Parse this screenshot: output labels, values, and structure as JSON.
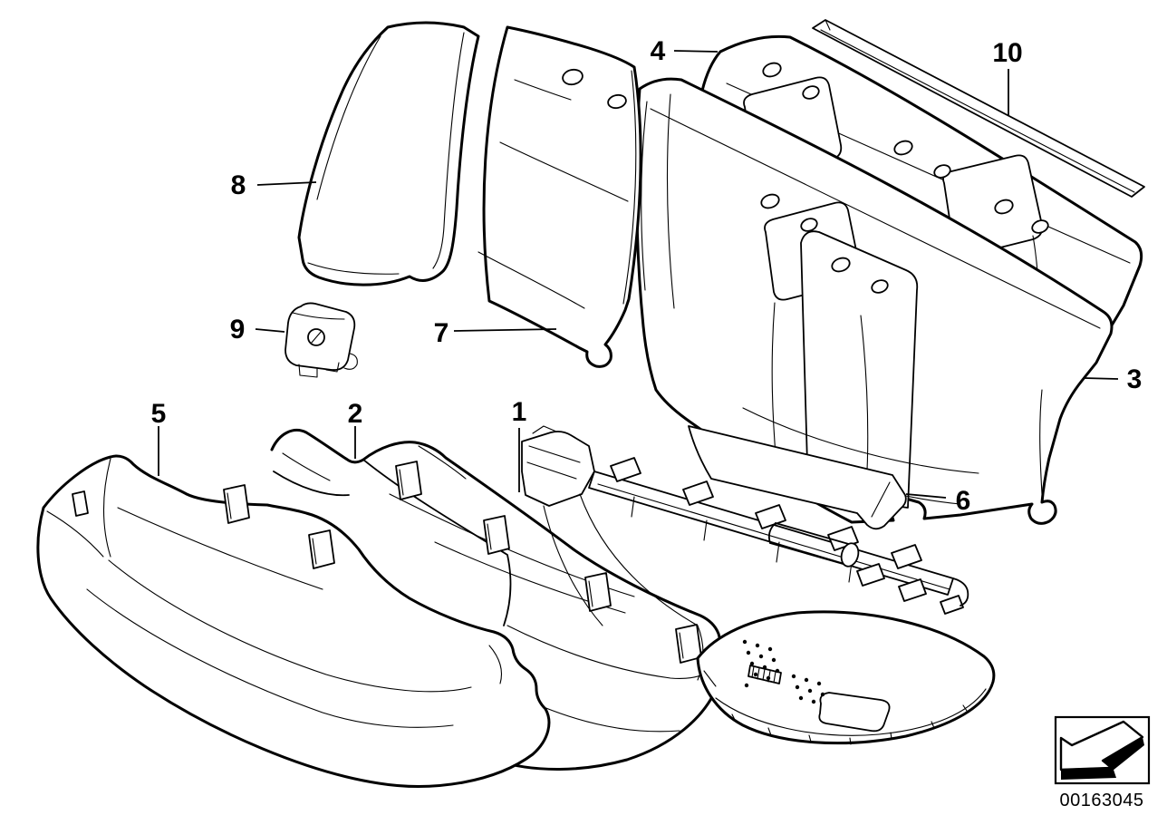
{
  "page": {
    "background": "#ffffff",
    "line_color": "#000000"
  },
  "diagram": {
    "type": "exploded-parts-line-drawing",
    "callouts": [
      {
        "number": "1"
      },
      {
        "number": "2"
      },
      {
        "number": "3"
      },
      {
        "number": "4"
      },
      {
        "number": "5"
      },
      {
        "number": "6"
      },
      {
        "number": "7"
      },
      {
        "number": "8"
      },
      {
        "number": "9"
      },
      {
        "number": "10"
      }
    ]
  },
  "footer": {
    "image_number": "00163045",
    "direction_arrow_icon": "photo-direction-arrow"
  }
}
